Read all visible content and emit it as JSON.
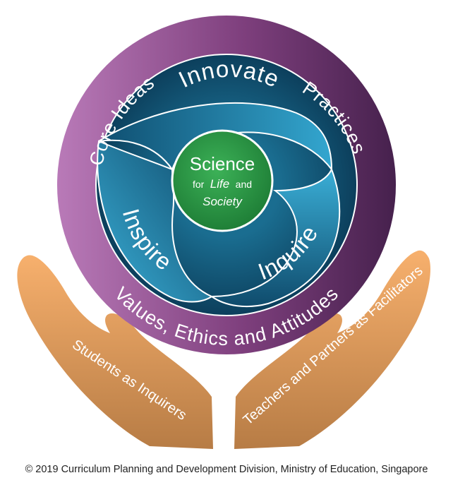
{
  "center": {
    "title": "Science",
    "line2_prefix": "for",
    "line2_italic": "Life",
    "line2_suffix": "and",
    "line3_italic": "Society"
  },
  "outer_ring": {
    "left_label": "Core Ideas",
    "right_label": "Practices",
    "bottom_label": "Values, Ethics and Attitudes"
  },
  "swirl": {
    "top_label": "Innovate",
    "left_label": "Inspire",
    "right_label": "Inquire"
  },
  "hands": {
    "left_label": "Students as Inquirers",
    "right_label": "Teachers and Partners as Facilitators"
  },
  "copyright": "© 2019 Curriculum Planning and Development Division, Ministry of Education, Singapore",
  "colors": {
    "ring_light": "#b572b4",
    "ring_dark": "#4a2450",
    "swirl_dark": "#0d4a6a",
    "swirl_light": "#36a9d2",
    "center_green": "#2b9a45",
    "hand_light": "#f6ad6a",
    "hand_dark": "#b97e47"
  }
}
